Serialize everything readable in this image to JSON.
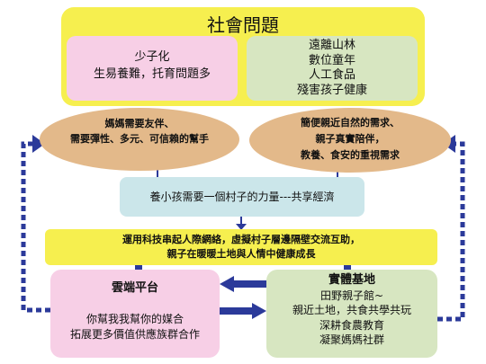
{
  "top": {
    "title": "社會問題",
    "left_lines": [
      "少子化",
      "生易養難，托育問題多"
    ],
    "right_lines": [
      "遠離山林",
      "數位童年",
      "人工食品",
      "殘害孩子健康"
    ]
  },
  "needs": {
    "left_lines": [
      "媽媽需要友伴、",
      "需要彈性、多元、可信賴的幫手"
    ],
    "right_lines": [
      "簡便親近自然的需求、",
      "親子真實陪伴，",
      "教養、食安的重視需求"
    ]
  },
  "center": {
    "text": "養小孩需要一個村子的力量---共享經濟"
  },
  "banner": {
    "lines": [
      "運用科技串起人際網絡，虛擬村子層邊隔壁交流互助，",
      "親子在暖暖土地與人情中健康成長"
    ]
  },
  "cloud": {
    "title": "雲端平台",
    "lines": [
      "你幫我我幫你的媒合",
      "拓展更多價值供應族群合作"
    ]
  },
  "physical": {
    "title": "實體基地",
    "lines": [
      "田野親子館~",
      "親近土地，共食共學共玩",
      "深耕食農教育",
      "凝聚媽媽社群"
    ]
  },
  "colors": {
    "arrow": "#2b3a9a",
    "yellow": "#f6ef4f",
    "pink": "#f7cfe6",
    "green": "#d7e6c1",
    "tan": "#e3b98a",
    "teal": "#cbe6ea"
  }
}
